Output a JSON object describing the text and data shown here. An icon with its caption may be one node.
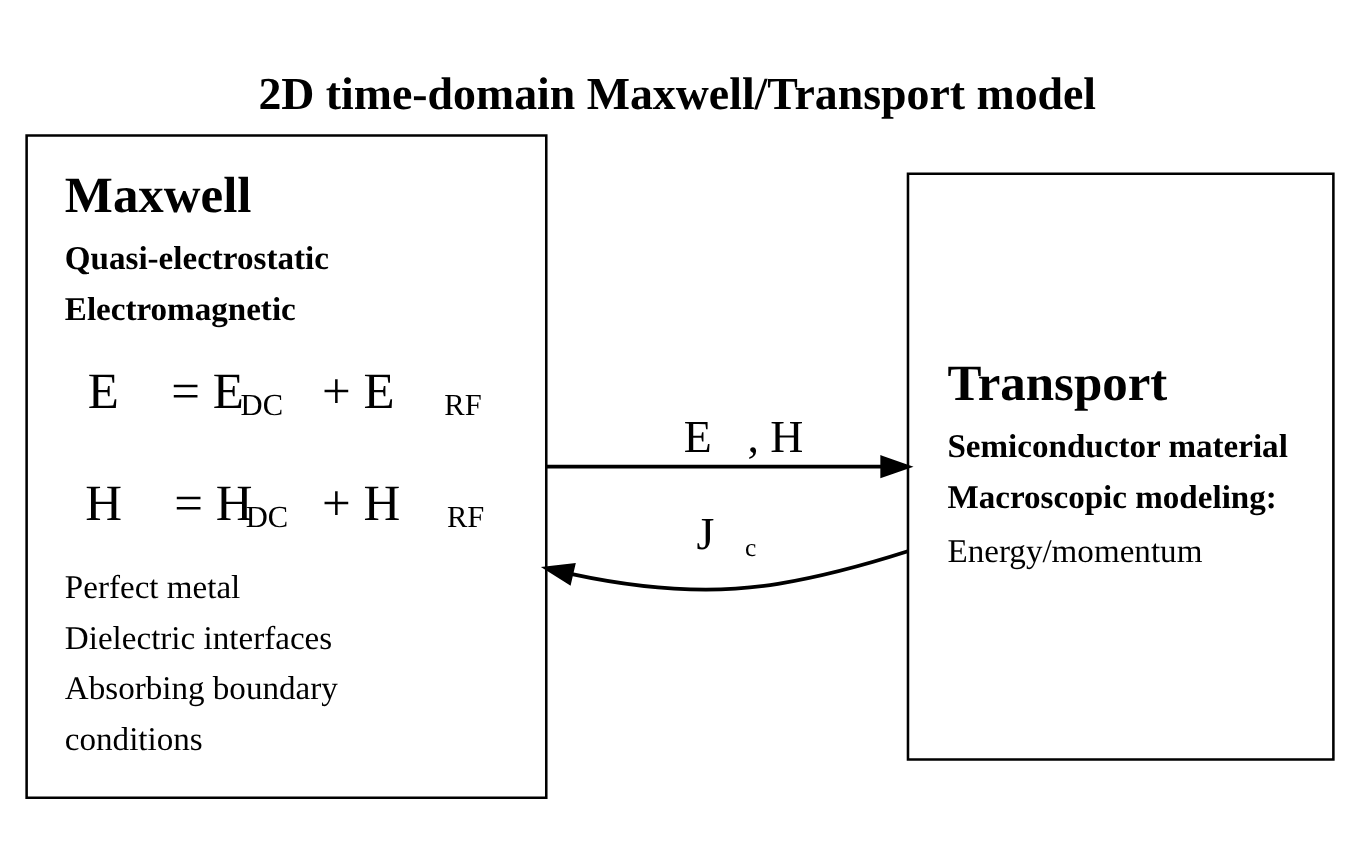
{
  "diagram": {
    "title": "2D time-domain Maxwell/Transport model",
    "nodes": [
      {
        "text": [
          "Maxwell",
          "Quasi-electrostatic Electromagnetic",
          "E⃗ = E⃗$_{DC}$ + E⃗$_{RF}$",
          "H⃗ = H⃗$_{DC}$ + H⃗$_{RF}$",
          "Perfect metal Dielectric interfaces Absorbing boundary conditions"
        ]
      },
      {
        "text": [
          "Transport",
          "Semiconductor material Macroscopic modeling:",
          "Energy/momentum"
        ]
      }
    ],
    "edges": [
      {
        "from": 0,
        "to": 1,
        "arrow": "to",
        "label": "E⃗, H⃗"
      },
      {
        "from": 1,
        "to": 0,
        "arrow": "to",
        "label": "J⃗$_{c}$"
      }
    ]
  }
}
